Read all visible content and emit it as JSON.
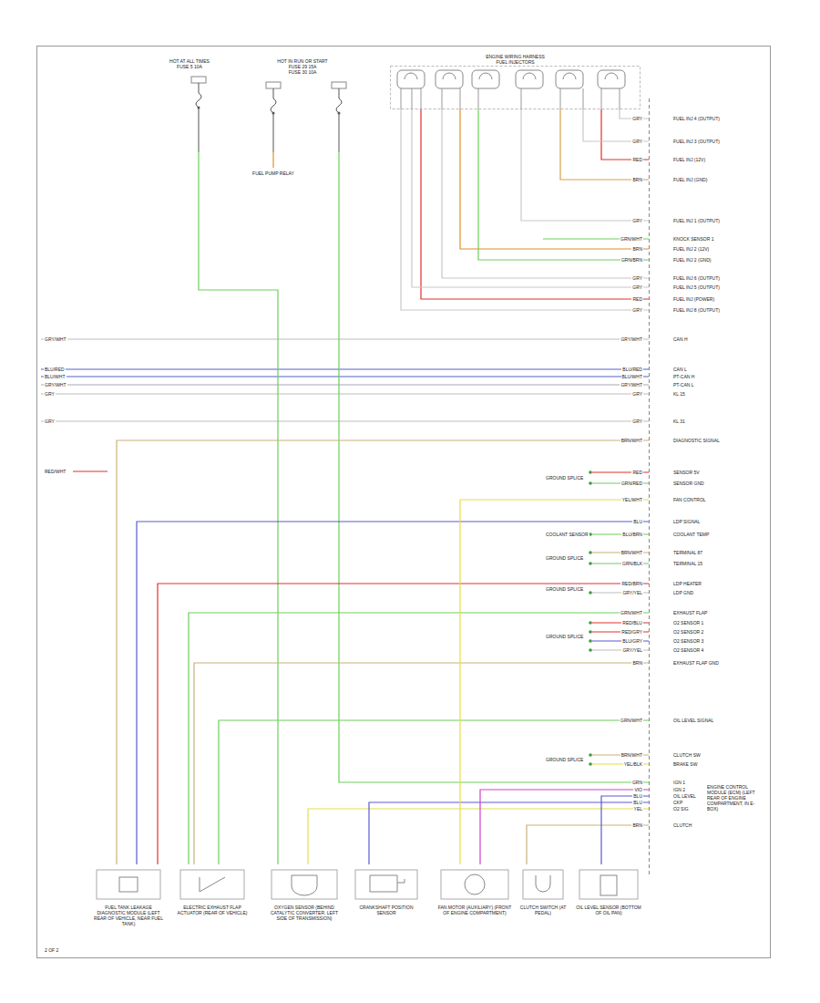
{
  "diagram": {
    "nodes": [
      {
        "text": [
          "HOT AT ALL TIMES",
          "FUSE 5 10A"
        ]
      },
      {
        "text": [
          "HOT IN RUN OR START",
          "FUSE 29 15A",
          "FUSE 30 10A"
        ]
      },
      {
        "text": [
          "ENGINE WIRING HARNESS",
          "FUEL INJECTORS"
        ]
      },
      {
        "text": [
          "FUEL TANK LEAKAGE DIAGNOSTIC MODULE (LEFT REAR OF VEHICLE, NEAR FUEL TANK)"
        ]
      },
      {
        "text": [
          "ELECTRIC EXHAUST FLAP ACTUATOR (REAR OF VEHICLE)"
        ]
      },
      {
        "text": [
          "OXYGEN SENSOR (BEHIND CATALYTIC CONVERTER, LEFT SIDE OF TRANSMISSION)"
        ]
      },
      {
        "text": [
          "CRANKSHAFT POSITION SENSOR"
        ]
      },
      {
        "text": [
          "FAN MOTOR (AUXILIARY) (FRONT OF ENGINE COMPARTMENT)"
        ]
      },
      {
        "text": [
          "CLUTCH SWITCH (AT PEDAL)"
        ]
      },
      {
        "text": [
          "OIL LEVEL SENSOR (BOTTOM OF OIL PAN)"
        ]
      },
      {
        "text": [
          "ENGINE CONTROL MODULE (ECM) (LEFT REAR OF ENGINE COMPARTMENT, IN E-BOX)"
        ]
      }
    ],
    "edges": [
      {
        "from": 2,
        "to": 10,
        "arrow": "none"
      },
      {
        "from": 2,
        "to": 10,
        "arrow": "none"
      },
      {
        "from": 2,
        "to": 10,
        "arrow": "none"
      },
      {
        "from": 2,
        "to": 10,
        "arrow": "none"
      },
      {
        "from": 2,
        "to": 10,
        "arrow": "none"
      },
      {
        "from": 0,
        "to": 5,
        "arrow": "none"
      },
      {
        "from": 1,
        "to": 10,
        "arrow": "none"
      },
      {
        "from": 3,
        "to": 10,
        "arrow": "none"
      },
      {
        "from": 3,
        "to": 10,
        "arrow": "none"
      },
      {
        "from": 3,
        "to": 10,
        "arrow": "none"
      },
      {
        "from": 4,
        "to": 10,
        "arrow": "none"
      },
      {
        "from": 4,
        "to": 10,
        "arrow": "none"
      },
      {
        "from": 4,
        "to": 10,
        "arrow": "none"
      },
      {
        "from": 5,
        "to": 10,
        "arrow": "none"
      },
      {
        "from": 6,
        "to": 10,
        "arrow": "none"
      },
      {
        "from": 7,
        "to": 10,
        "arrow": "none"
      },
      {
        "from": 7,
        "to": 10,
        "arrow": "none"
      },
      {
        "from": 8,
        "to": 10,
        "arrow": "none"
      },
      {
        "from": 9,
        "to": 10,
        "arrow": "none"
      },
      {
        "from": 2,
        "to": 10,
        "arrow": "none"
      },
      {
        "from": 2,
        "to": 10,
        "arrow": "none"
      },
      {
        "from": 2,
        "to": 10,
        "arrow": "none"
      },
      {
        "from": 2,
        "to": 10,
        "arrow": "none"
      },
      {
        "from": 2,
        "to": 10,
        "arrow": "none"
      },
      {
        "from": 2,
        "to": 10,
        "arrow": "none"
      }
    ],
    "labels": [
      "GRY/WHT",
      "BLU/RED",
      "BLU/WHT",
      "GRY/WHT",
      "GRY",
      "GRY",
      "RED/WHT",
      "GROUND SPLICE",
      "COOLANT SENSOR",
      "GROUND SPLICE",
      "GROUND SPLICE",
      "GROUND SPLICE",
      "GROUND SPLICE",
      "FUEL PUMP RELAY",
      "2 OF 2",
      "GRY",
      "FUEL INJ 4 (OUTPUT)",
      "GRY",
      "FUEL INJ 3 (OUTPUT)",
      "RED",
      "FUEL INJ (12V)",
      "BRN",
      "FUEL INJ (GND)",
      "GRY",
      "FUEL INJ 1 (OUTPUT)",
      "GRN/WHT",
      "KNOCK SENSOR 1",
      "BRN",
      "FUEL INJ 2 (12V)",
      "GRN/BRN",
      "FUEL INJ 2 (GND)",
      "GRY",
      "FUEL INJ 6 (OUTPUT)",
      "GRY",
      "FUEL INJ 5 (OUTPUT)",
      "RED",
      "FUEL INJ (POWER)",
      "GRY",
      "FUEL INJ 8 (OUTPUT)",
      "GRY/WHT",
      "CAN H",
      "BLU/RED",
      "CAN L",
      "BLU/WHT",
      "PT-CAN H",
      "GRY/WHT",
      "PT-CAN L",
      "GRY",
      "KL 15",
      "GRY",
      "KL 31",
      "BRN/WHT",
      "DIAGNOSTIC SIGNAL",
      "RED",
      "SENSOR 5V",
      "GRN/RED",
      "SENSOR GND",
      "YEL/WHT",
      "FAN CONTROL",
      "BLU",
      "LDP SIGNAL",
      "BLU/BRN",
      "COOLANT TEMP",
      "BRN/WHT",
      "TERMINAL 87",
      "GRN/BLK",
      "TERMINAL 15",
      "RED/BRN",
      "LDP HEATER",
      "GRY/YEL",
      "LDP GND",
      "GRN/WHT",
      "EXHAUST FLAP",
      "RED/BLU",
      "O2 SENSOR 1",
      "RED/GRY",
      "O2 SENSOR 2",
      "BLU/GRY",
      "O2 SENSOR 3",
      "GRY/YEL",
      "O2 SENSOR 4",
      "BRN",
      "EXHAUST FLAP GND",
      "GRN/WHT",
      "OIL LEVEL SIGNAL",
      "BRN/WHT",
      "CLUTCH SW",
      "YEL/BLK",
      "BRAKE SW",
      "GRN",
      "IGN 1",
      "VIO",
      "IGN 2",
      "BLU",
      "OIL LEVEL",
      "BLU",
      "CKP",
      "YEL",
      "O2 SIG",
      "BRN",
      "CLUTCH"
    ]
  }
}
